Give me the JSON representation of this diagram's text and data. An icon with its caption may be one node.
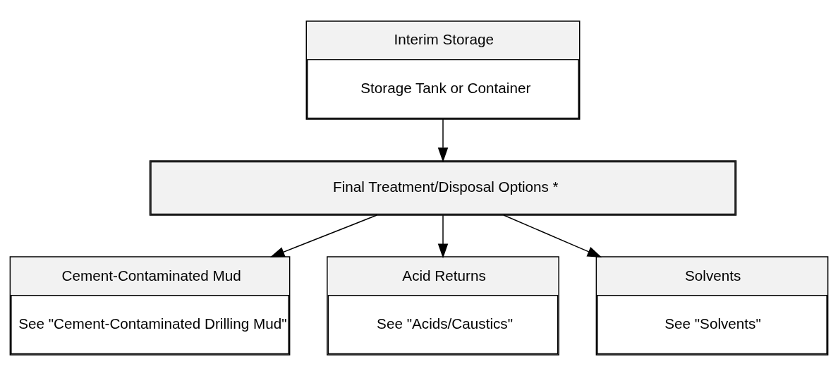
{
  "diagram": {
    "nodes": [
      {
        "text": [
          "Interim Storage",
          "Storage Tank or Container"
        ]
      },
      {
        "text": [
          "Final Treatment/Disposal Options *"
        ]
      },
      {
        "text": [
          "Cement-Contaminated Mud",
          "See \"Cement-Contaminated Drilling Mud\""
        ]
      },
      {
        "text": [
          "Acid Returns",
          "See \"Acids/Caustics\""
        ]
      },
      {
        "text": [
          "Solvents",
          "See \"Solvents\""
        ]
      }
    ],
    "edges": [
      {
        "from": 0,
        "to": 1,
        "arrow": "to"
      },
      {
        "from": 1,
        "to": 2,
        "arrow": "to"
      },
      {
        "from": 1,
        "to": 3,
        "arrow": "to"
      },
      {
        "from": 1,
        "to": 4,
        "arrow": "to"
      }
    ]
  }
}
